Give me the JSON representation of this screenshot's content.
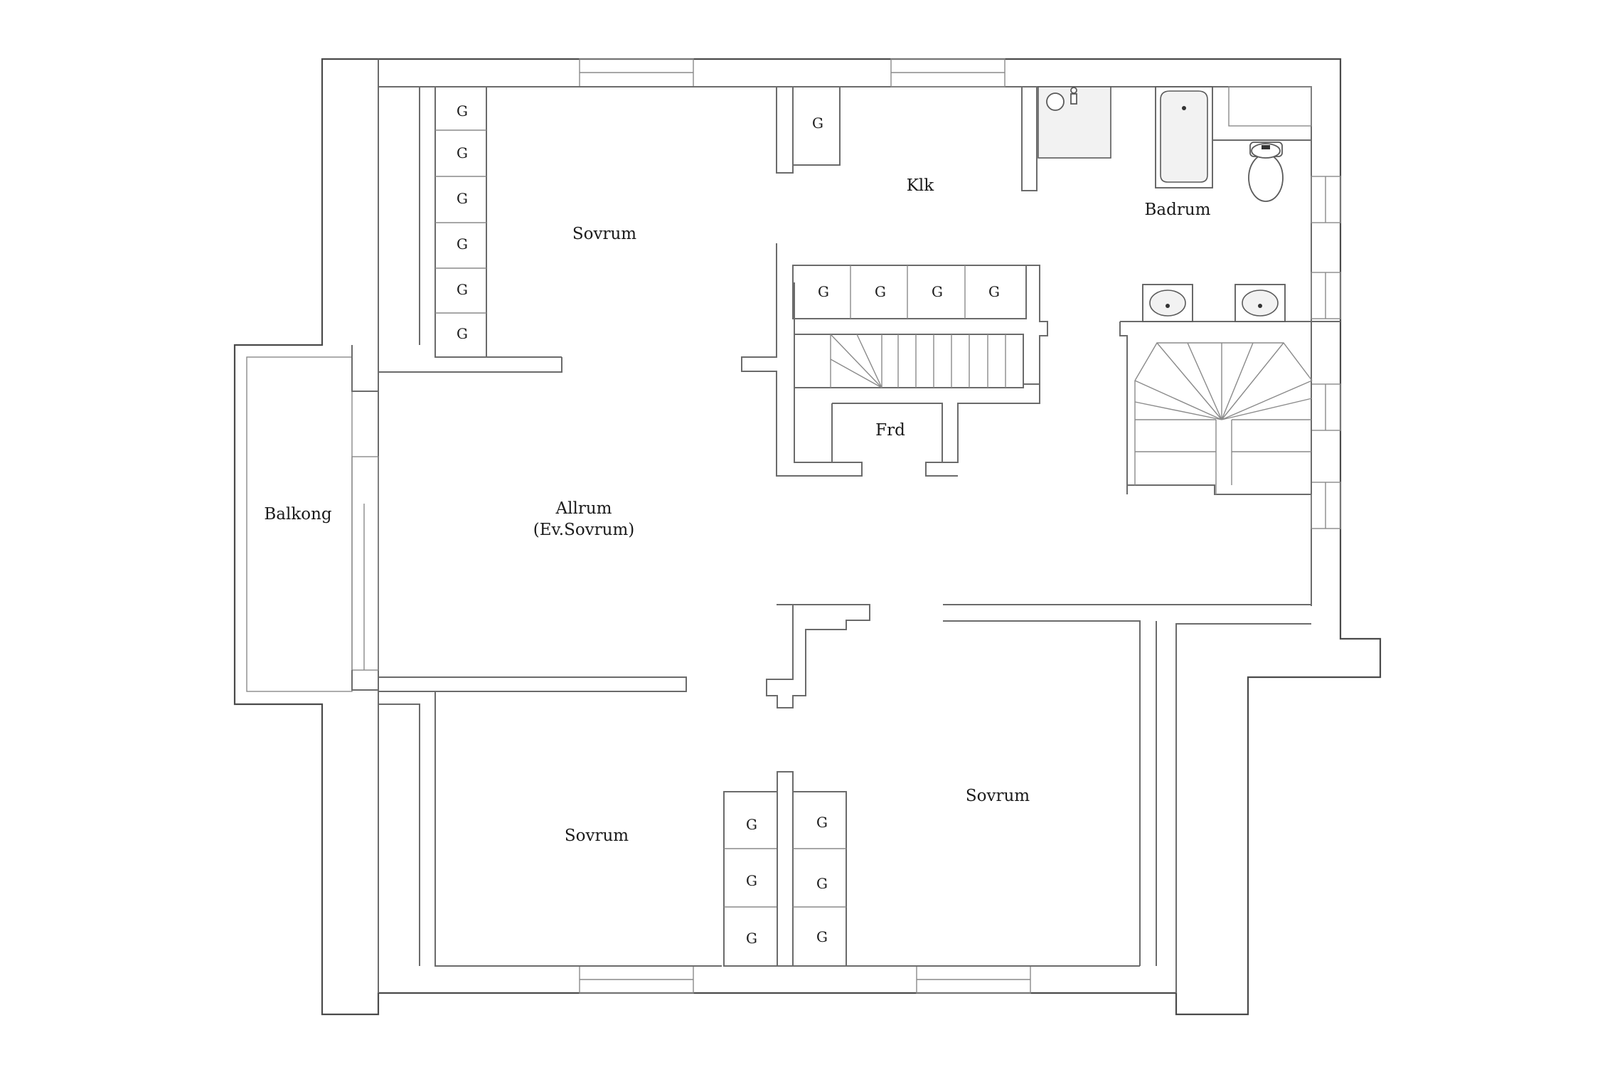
{
  "rooms": {
    "sovrum_nw": "Sovrum",
    "klk": "Klk",
    "badrum": "Badrum",
    "frd": "Frd",
    "balkong": "Balkong",
    "allrum_line1": "Allrum",
    "allrum_line2": "(Ev.Sovrum)",
    "sovrum_sw": "Sovrum",
    "sovrum_se": "Sovrum"
  },
  "closet_label": "G",
  "colors": {
    "wall": "#6b6b6b",
    "text": "#1a1a1a",
    "background": "#ffffff"
  }
}
